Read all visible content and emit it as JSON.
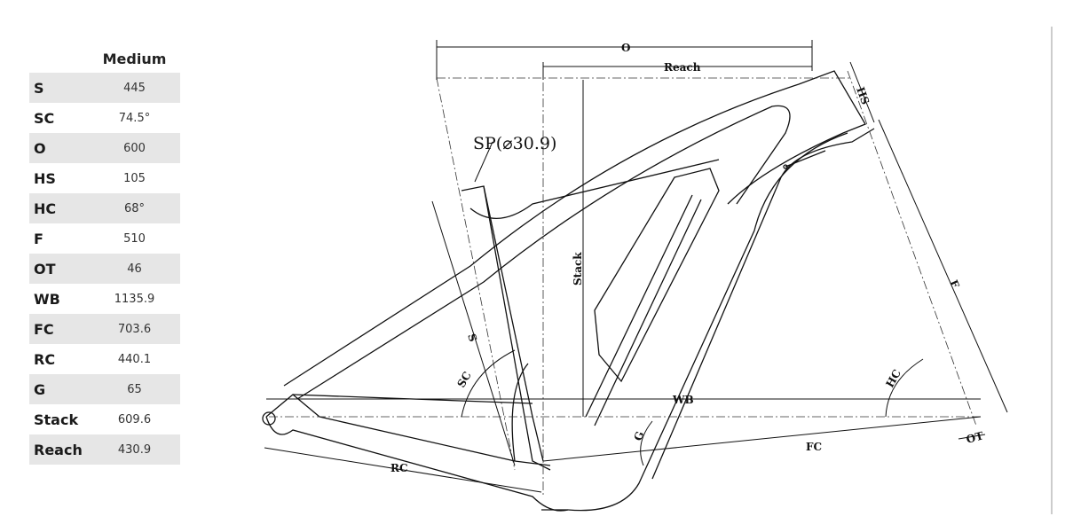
{
  "table": {
    "column_header": "Medium",
    "rows": [
      {
        "key": "S",
        "value": "445"
      },
      {
        "key": "SC",
        "value": "74.5°"
      },
      {
        "key": "O",
        "value": "600"
      },
      {
        "key": "HS",
        "value": "105"
      },
      {
        "key": "HC",
        "value": "68°"
      },
      {
        "key": "F",
        "value": "510"
      },
      {
        "key": "OT",
        "value": "46"
      },
      {
        "key": "WB",
        "value": "1135.9"
      },
      {
        "key": "FC",
        "value": "703.6"
      },
      {
        "key": "RC",
        "value": "440.1"
      },
      {
        "key": "G",
        "value": "65"
      },
      {
        "key": "Stack",
        "value": "609.6"
      },
      {
        "key": "Reach",
        "value": "430.9"
      }
    ]
  },
  "diagram": {
    "labels": {
      "O": "O",
      "Reach": "Reach",
      "HS": "HS",
      "SP": "SP(⌀30.9)",
      "Stack": "Stack",
      "S": "S",
      "SC": "SC",
      "F": "F",
      "HC": "HC",
      "WB": "WB",
      "FC": "FC",
      "OT": "OT",
      "RC": "RC",
      "G": "G"
    }
  }
}
